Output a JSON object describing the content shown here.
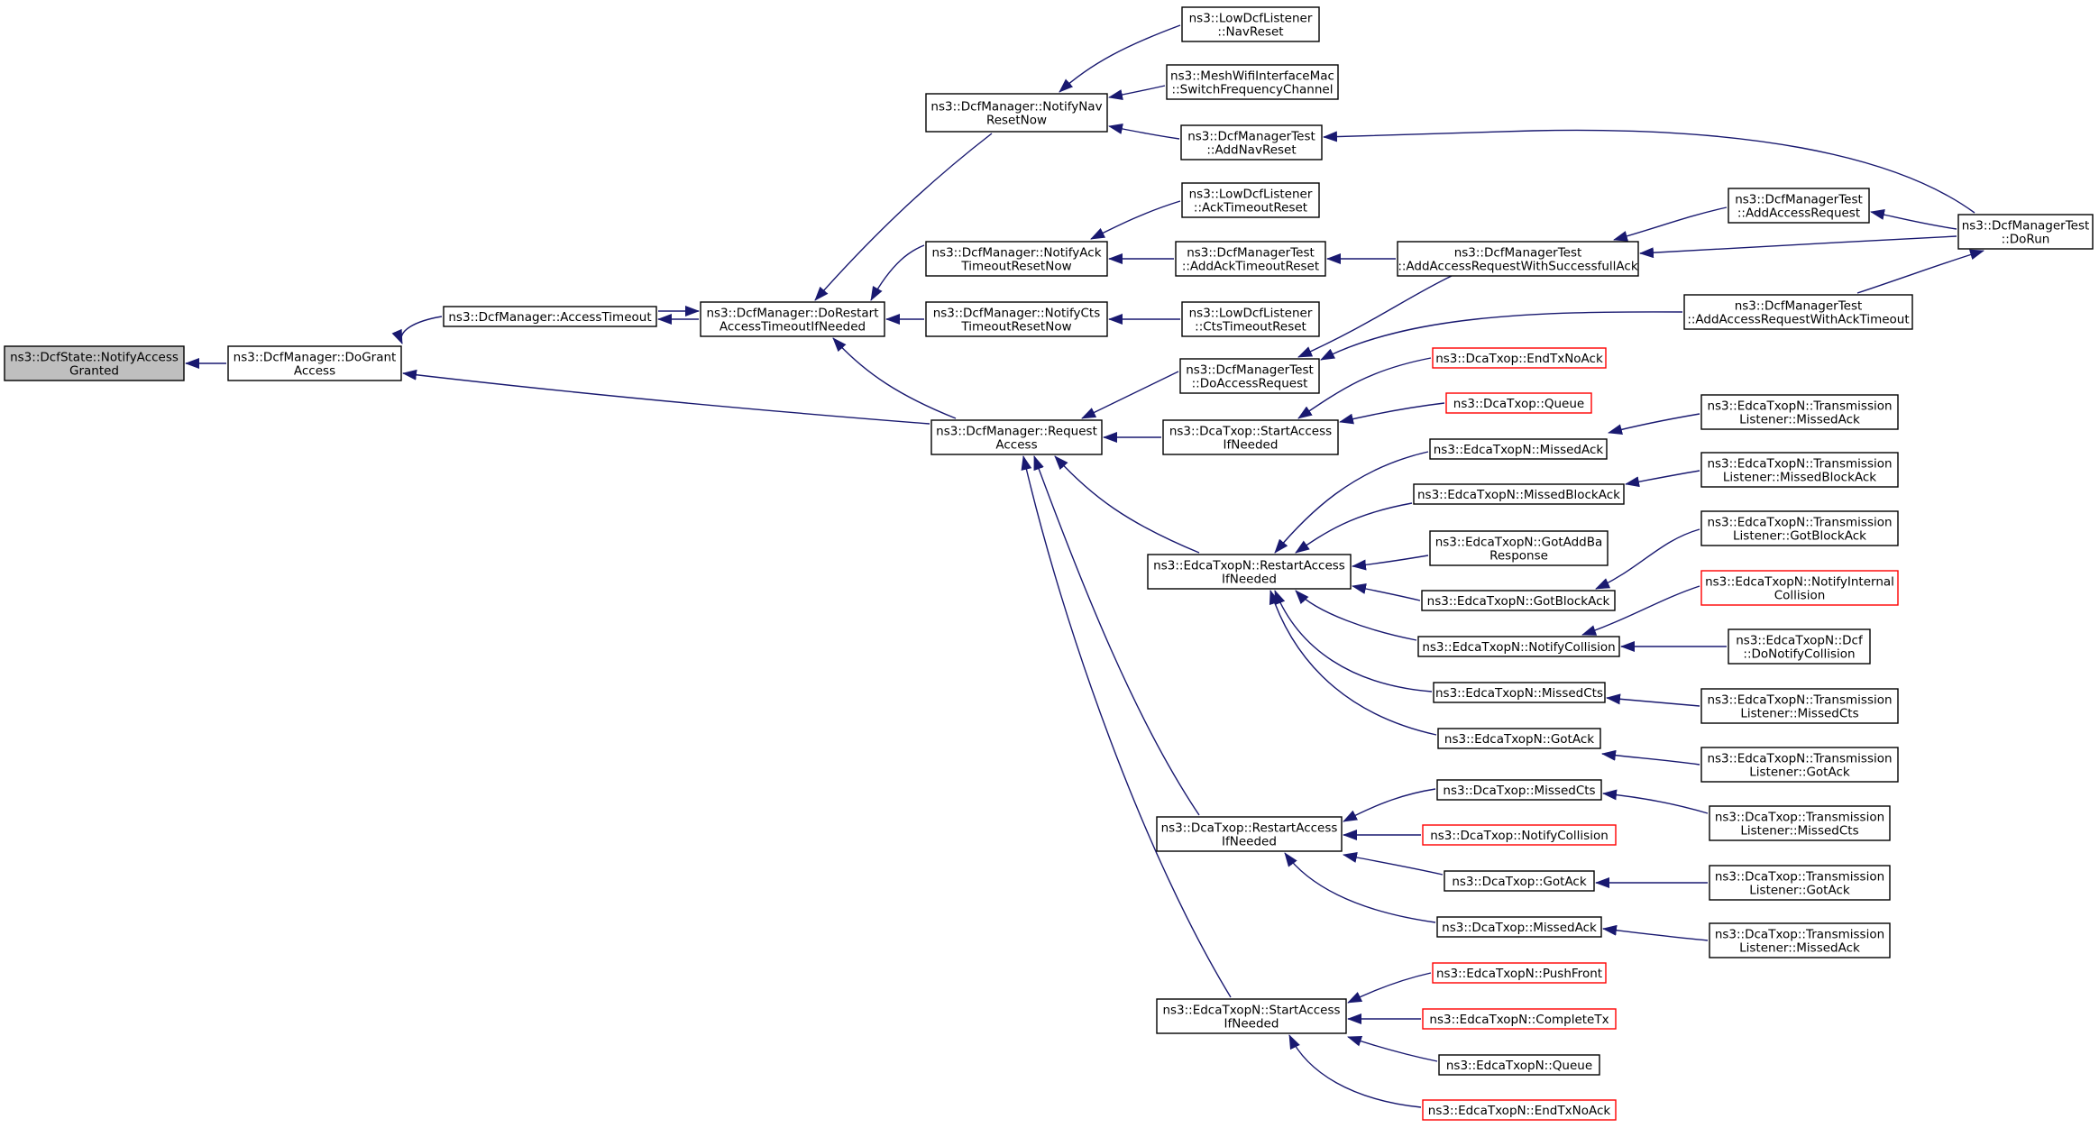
{
  "colors": {
    "edge": "#191970",
    "root_fill": "#bfbfbf",
    "red_border": "#ff0000",
    "border": "#000000"
  },
  "nodes": [
    {
      "id": "n0",
      "lines": [
        "ns3::DcfState::NotifyAccess",
        "Granted"
      ],
      "style": "root"
    },
    {
      "id": "n1",
      "lines": [
        "ns3::DcfManager::DoGrant",
        "Access"
      ]
    },
    {
      "id": "n2",
      "lines": [
        "ns3::DcfManager::AccessTimeout"
      ]
    },
    {
      "id": "n3",
      "lines": [
        "ns3::DcfManager::DoRestart",
        "AccessTimeoutIfNeeded"
      ]
    },
    {
      "id": "n4",
      "lines": [
        "ns3::DcfManager::Request",
        "Access"
      ]
    },
    {
      "id": "n5",
      "lines": [
        "ns3::DcfManager::NotifyNav",
        "ResetNow"
      ]
    },
    {
      "id": "n6",
      "lines": [
        "ns3::DcfManager::NotifyAck",
        "TimeoutResetNow"
      ]
    },
    {
      "id": "n7",
      "lines": [
        "ns3::DcfManager::NotifyCts",
        "TimeoutResetNow"
      ]
    },
    {
      "id": "n8",
      "lines": [
        "ns3::LowDcfListener",
        "::NavReset"
      ]
    },
    {
      "id": "n9",
      "lines": [
        "ns3::MeshWifiInterfaceMac",
        "::SwitchFrequencyChannel"
      ]
    },
    {
      "id": "n10",
      "lines": [
        "ns3::DcfManagerTest",
        "::AddNavReset"
      ]
    },
    {
      "id": "n11",
      "lines": [
        "ns3::LowDcfListener",
        "::AckTimeoutReset"
      ]
    },
    {
      "id": "n12",
      "lines": [
        "ns3::DcfManagerTest",
        "::AddAckTimeoutReset"
      ]
    },
    {
      "id": "n13",
      "lines": [
        "ns3::LowDcfListener",
        "::CtsTimeoutReset"
      ]
    },
    {
      "id": "n14",
      "lines": [
        "ns3::DcfManagerTest",
        "::AddAccessRequestWithSuccessfullAck"
      ]
    },
    {
      "id": "n15",
      "lines": [
        "ns3::DcfManagerTest",
        "::AddAccessRequest"
      ]
    },
    {
      "id": "n16",
      "lines": [
        "ns3::DcfManagerTest",
        "::DoRun"
      ]
    },
    {
      "id": "n17",
      "lines": [
        "ns3::DcfManagerTest",
        "::AddAccessRequestWithAckTimeout"
      ]
    },
    {
      "id": "n18",
      "lines": [
        "ns3::DcfManagerTest",
        "::DoAccessRequest"
      ]
    },
    {
      "id": "n19",
      "lines": [
        "ns3::DcaTxop::StartAccess",
        "IfNeeded"
      ]
    },
    {
      "id": "n20",
      "lines": [
        "ns3::DcaTxop::EndTxNoAck"
      ],
      "style": "red"
    },
    {
      "id": "n21",
      "lines": [
        "ns3::DcaTxop::Queue"
      ],
      "style": "red"
    },
    {
      "id": "n22",
      "lines": [
        "ns3::EdcaTxopN::RestartAccess",
        "IfNeeded"
      ]
    },
    {
      "id": "n23",
      "lines": [
        "ns3::EdcaTxopN::MissedAck"
      ]
    },
    {
      "id": "n24",
      "lines": [
        "ns3::EdcaTxopN::MissedBlockAck"
      ]
    },
    {
      "id": "n25",
      "lines": [
        "ns3::EdcaTxopN::GotAddBa",
        "Response"
      ]
    },
    {
      "id": "n26",
      "lines": [
        "ns3::EdcaTxopN::GotBlockAck"
      ]
    },
    {
      "id": "n27",
      "lines": [
        "ns3::EdcaTxopN::NotifyCollision"
      ]
    },
    {
      "id": "n28",
      "lines": [
        "ns3::EdcaTxopN::MissedCts"
      ]
    },
    {
      "id": "n29",
      "lines": [
        "ns3::EdcaTxopN::GotAck"
      ]
    },
    {
      "id": "n30",
      "lines": [
        "ns3::EdcaTxopN::Transmission",
        "Listener::MissedAck"
      ]
    },
    {
      "id": "n31",
      "lines": [
        "ns3::EdcaTxopN::Transmission",
        "Listener::MissedBlockAck"
      ]
    },
    {
      "id": "n32",
      "lines": [
        "ns3::EdcaTxopN::Transmission",
        "Listener::GotBlockAck"
      ]
    },
    {
      "id": "n33",
      "lines": [
        "ns3::EdcaTxopN::NotifyInternal",
        "Collision"
      ],
      "style": "red"
    },
    {
      "id": "n34",
      "lines": [
        "ns3::EdcaTxopN::Dcf",
        "::DoNotifyCollision"
      ]
    },
    {
      "id": "n35",
      "lines": [
        "ns3::EdcaTxopN::Transmission",
        "Listener::MissedCts"
      ]
    },
    {
      "id": "n36",
      "lines": [
        "ns3::EdcaTxopN::Transmission",
        "Listener::GotAck"
      ]
    },
    {
      "id": "n37",
      "lines": [
        "ns3::DcaTxop::RestartAccess",
        "IfNeeded"
      ]
    },
    {
      "id": "n38",
      "lines": [
        "ns3::DcaTxop::MissedCts"
      ]
    },
    {
      "id": "n39",
      "lines": [
        "ns3::DcaTxop::NotifyCollision"
      ],
      "style": "red"
    },
    {
      "id": "n40",
      "lines": [
        "ns3::DcaTxop::GotAck"
      ]
    },
    {
      "id": "n41",
      "lines": [
        "ns3::DcaTxop::MissedAck"
      ]
    },
    {
      "id": "n42",
      "lines": [
        "ns3::DcaTxop::Transmission",
        "Listener::MissedCts"
      ]
    },
    {
      "id": "n43",
      "lines": [
        "ns3::DcaTxop::Transmission",
        "Listener::GotAck"
      ]
    },
    {
      "id": "n44",
      "lines": [
        "ns3::DcaTxop::Transmission",
        "Listener::MissedAck"
      ]
    },
    {
      "id": "n45",
      "lines": [
        "ns3::EdcaTxopN::StartAccess",
        "IfNeeded"
      ]
    },
    {
      "id": "n46",
      "lines": [
        "ns3::EdcaTxopN::PushFront"
      ],
      "style": "red"
    },
    {
      "id": "n47",
      "lines": [
        "ns3::EdcaTxopN::CompleteTx"
      ],
      "style": "red"
    },
    {
      "id": "n48",
      "lines": [
        "ns3::EdcaTxopN::Queue"
      ]
    },
    {
      "id": "n49",
      "lines": [
        "ns3::EdcaTxopN::EndTxNoAck"
      ],
      "style": "red"
    }
  ],
  "edges": [
    {
      "from": "n1",
      "to": "n0"
    },
    {
      "from": "n2",
      "to": "n1"
    },
    {
      "from": "n4",
      "to": "n1"
    },
    {
      "from": "n3",
      "to": "n2"
    },
    {
      "from": "n2",
      "to": "n3"
    },
    {
      "from": "n4",
      "to": "n3"
    },
    {
      "from": "n5",
      "to": "n3"
    },
    {
      "from": "n6",
      "to": "n3"
    },
    {
      "from": "n7",
      "to": "n3"
    },
    {
      "from": "n8",
      "to": "n5"
    },
    {
      "from": "n9",
      "to": "n5"
    },
    {
      "from": "n10",
      "to": "n5"
    },
    {
      "from": "n16",
      "to": "n10"
    },
    {
      "from": "n11",
      "to": "n6"
    },
    {
      "from": "n12",
      "to": "n6"
    },
    {
      "from": "n14",
      "to": "n12"
    },
    {
      "from": "n13",
      "to": "n7"
    },
    {
      "from": "n15",
      "to": "n14"
    },
    {
      "from": "n16",
      "to": "n14"
    },
    {
      "from": "n16",
      "to": "n15"
    },
    {
      "from": "n17",
      "to": "n16"
    },
    {
      "from": "n18",
      "to": "n4"
    },
    {
      "from": "n14",
      "to": "n18"
    },
    {
      "from": "n17",
      "to": "n18"
    },
    {
      "from": "n19",
      "to": "n4"
    },
    {
      "from": "n20",
      "to": "n19"
    },
    {
      "from": "n21",
      "to": "n19"
    },
    {
      "from": "n22",
      "to": "n4"
    },
    {
      "from": "n37",
      "to": "n4"
    },
    {
      "from": "n45",
      "to": "n4"
    },
    {
      "from": "n23",
      "to": "n22"
    },
    {
      "from": "n24",
      "to": "n22"
    },
    {
      "from": "n25",
      "to": "n22"
    },
    {
      "from": "n26",
      "to": "n22"
    },
    {
      "from": "n27",
      "to": "n22"
    },
    {
      "from": "n28",
      "to": "n22"
    },
    {
      "from": "n29",
      "to": "n22"
    },
    {
      "from": "n30",
      "to": "n23"
    },
    {
      "from": "n31",
      "to": "n24"
    },
    {
      "from": "n32",
      "to": "n26"
    },
    {
      "from": "n33",
      "to": "n27"
    },
    {
      "from": "n34",
      "to": "n27"
    },
    {
      "from": "n35",
      "to": "n28"
    },
    {
      "from": "n36",
      "to": "n29"
    },
    {
      "from": "n38",
      "to": "n37"
    },
    {
      "from": "n39",
      "to": "n37"
    },
    {
      "from": "n40",
      "to": "n37"
    },
    {
      "from": "n41",
      "to": "n37"
    },
    {
      "from": "n42",
      "to": "n38"
    },
    {
      "from": "n43",
      "to": "n40"
    },
    {
      "from": "n44",
      "to": "n41"
    },
    {
      "from": "n46",
      "to": "n45"
    },
    {
      "from": "n47",
      "to": "n45"
    },
    {
      "from": "n48",
      "to": "n45"
    },
    {
      "from": "n49",
      "to": "n45"
    }
  ]
}
